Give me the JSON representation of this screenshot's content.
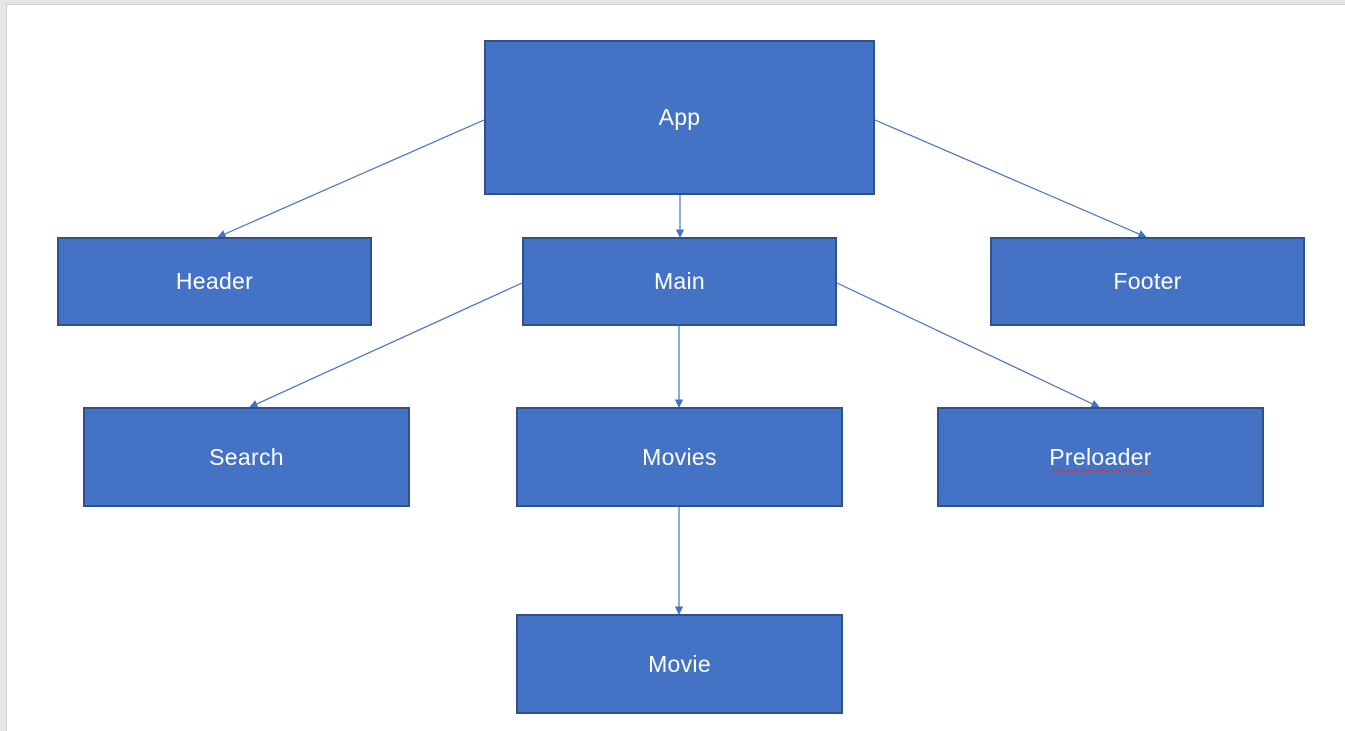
{
  "diagram": {
    "nodes": {
      "app": "App",
      "header": "Header",
      "main": "Main",
      "footer": "Footer",
      "search": "Search",
      "movies": "Movies",
      "preloader": "Preloader",
      "movie": "Movie"
    },
    "edges": [
      {
        "from": "App",
        "to": "Header"
      },
      {
        "from": "App",
        "to": "Main"
      },
      {
        "from": "App",
        "to": "Footer"
      },
      {
        "from": "Main",
        "to": "Search"
      },
      {
        "from": "Main",
        "to": "Movies"
      },
      {
        "from": "Main",
        "to": "Preloader"
      },
      {
        "from": "Movies",
        "to": "Movie"
      }
    ],
    "colors": {
      "node_fill": "#4472c4",
      "node_border": "#2f528f",
      "connector": "#4472c4",
      "text": "#ffffff",
      "spellcheck_underline": "#e03030"
    }
  }
}
